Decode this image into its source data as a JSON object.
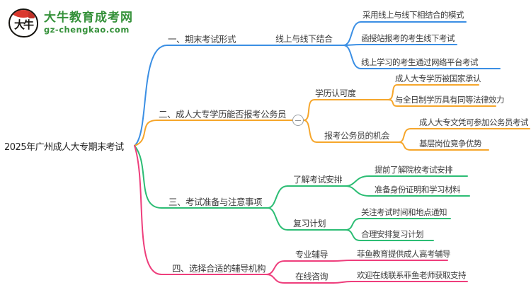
{
  "logo": {
    "badge": "大牛",
    "name": "大牛教育成考网",
    "domain": "gz-chengkao.com",
    "brand_green": "#35913a",
    "brand_red": "#da382e"
  },
  "root": {
    "label": "2025年广州成人大专期末考试"
  },
  "colors": {
    "branch1": "#3b8fe4",
    "branch2": "#f6a62b",
    "branch3": "#2cbd74",
    "branch4": "#ee3e7c",
    "text": "#3c3c3c"
  },
  "icons": {
    "collapse": "minus-icon"
  },
  "branches": [
    {
      "label": "一、期末考试形式",
      "color": "#3b8fe4",
      "children": [
        {
          "label": "线上与线下结合",
          "children": [
            {
              "label": "采用线上与线下相结合的模式"
            },
            {
              "label": "函授站报考的考生线下考试"
            },
            {
              "label": "线上学习的考生通过网络平台考试"
            }
          ]
        }
      ]
    },
    {
      "label": "二、成人大专学历能否报考公务员",
      "color": "#f6a62b",
      "collapsed": false,
      "children": [
        {
          "label": "学历认可度",
          "children": [
            {
              "label": "成人大专学历被国家承认"
            },
            {
              "label": "与全日制学历具有同等法律效力"
            }
          ]
        },
        {
          "label": "报考公务员的机会",
          "children": [
            {
              "label": "成人大专文凭可参加公务员考试"
            },
            {
              "label": "基层岗位竞争优势"
            }
          ]
        }
      ]
    },
    {
      "label": "三、考试准备与注意事项",
      "color": "#2cbd74",
      "children": [
        {
          "label": "了解考试安排",
          "children": [
            {
              "label": "提前了解院校考试安排"
            },
            {
              "label": "准备身份证明和学习材料"
            }
          ]
        },
        {
          "label": "复习计划",
          "children": [
            {
              "label": "关注考试时间和地点通知"
            },
            {
              "label": "合理安排复习计划"
            }
          ]
        }
      ]
    },
    {
      "label": "四、选择合适的辅导机构",
      "color": "#ee3e7c",
      "children": [
        {
          "label": "专业辅导",
          "children": [
            {
              "label": "菲鱼教育提供成人高考辅导"
            }
          ]
        },
        {
          "label": "在线咨询",
          "children": [
            {
              "label": "欢迎在线联系菲鱼老师获取支持"
            }
          ]
        }
      ]
    }
  ]
}
